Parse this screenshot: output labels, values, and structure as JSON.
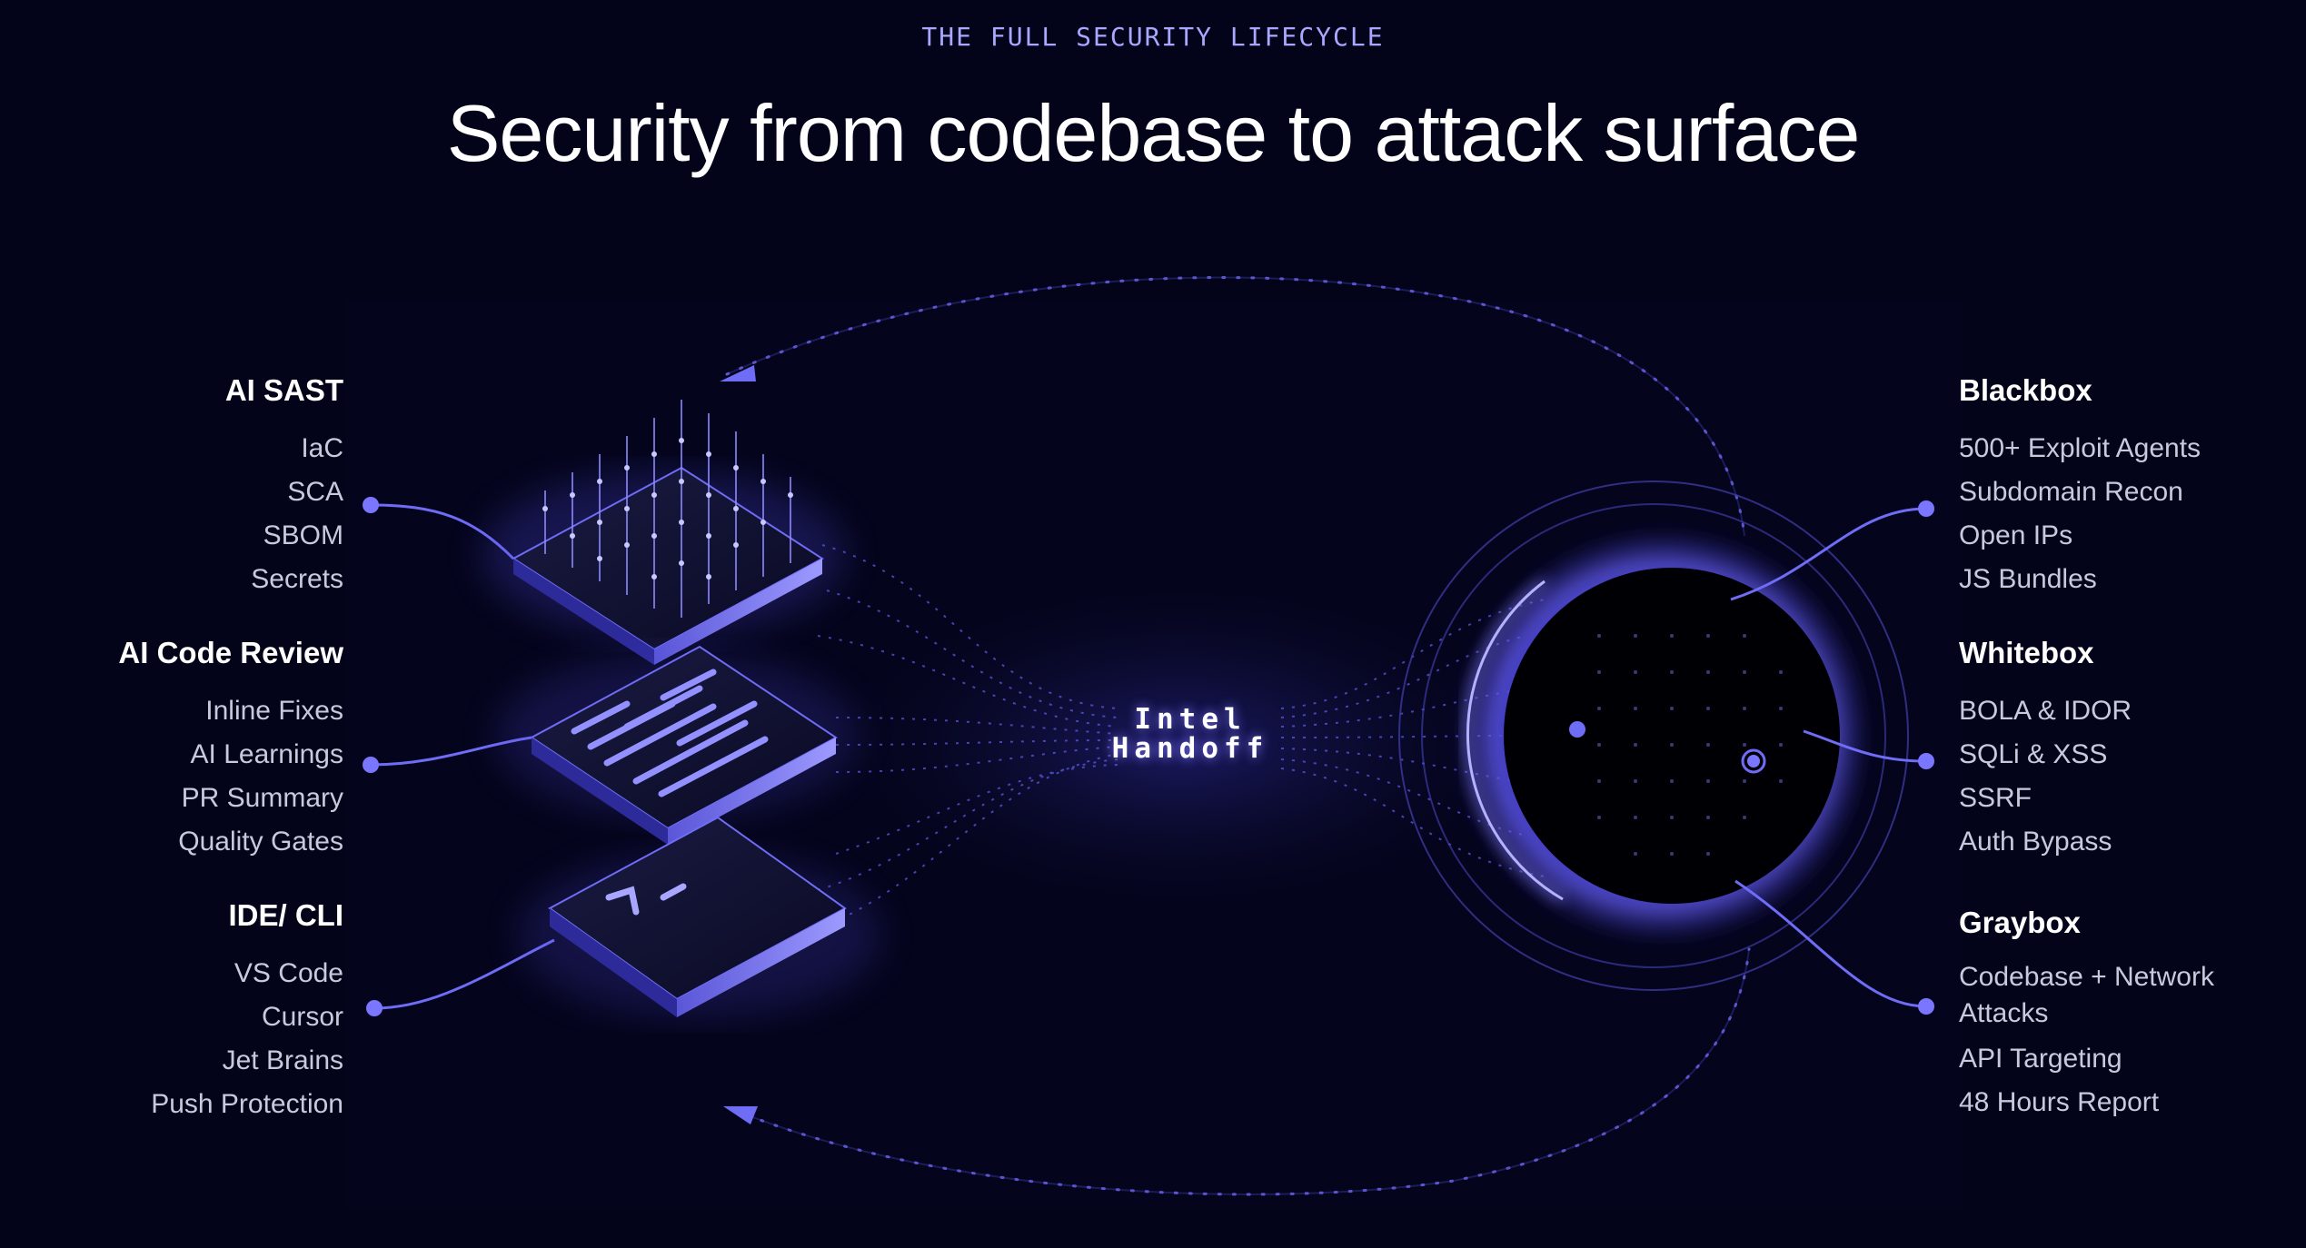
{
  "eyebrow": "THE FULL SECURITY LIFECYCLE",
  "headline": "Security from codebase to attack surface",
  "center_label_line1": "Intel",
  "center_label_line2": "Handoff",
  "colors": {
    "background": "#03041a",
    "accent": "#6f6cf6",
    "eyebrow": "#a9a7ff",
    "item_text": "#c8c9dd"
  },
  "left_groups": [
    {
      "title": "AI SAST",
      "items": [
        "IaC",
        "SCA",
        "SBOM",
        "Secrets"
      ],
      "icon": "dot-grid-icon"
    },
    {
      "title": "AI Code Review",
      "items": [
        "Inline Fixes",
        "AI Learnings",
        "PR Summary",
        "Quality Gates"
      ],
      "icon": "code-lines-icon"
    },
    {
      "title": "IDE/ CLI",
      "items": [
        "VS Code",
        "Cursor",
        "Jet Brains",
        "Push Protection"
      ],
      "icon": "terminal-prompt-icon"
    }
  ],
  "right_groups": [
    {
      "title": "Blackbox",
      "items": [
        "500+ Exploit Agents",
        "Subdomain Recon",
        "Open IPs",
        "JS Bundles"
      ]
    },
    {
      "title": "Whitebox",
      "items": [
        "BOLA & IDOR",
        "SQLi & XSS",
        "SSRF",
        "Auth Bypass"
      ]
    },
    {
      "title": "Graybox",
      "items": [
        "Codebase + Network",
        "Attacks",
        "API Targeting",
        "48 Hours Report"
      ]
    }
  ]
}
